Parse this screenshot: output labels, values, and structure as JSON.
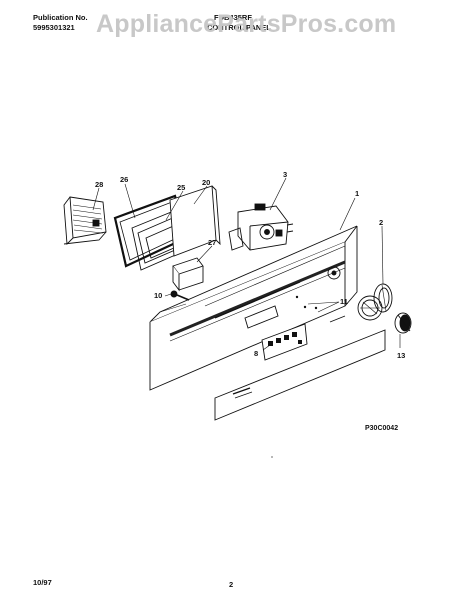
{
  "header": {
    "publication_label": "Publication No.",
    "publication_number": "5995301321",
    "model": "FDB435RF",
    "title": "CONTROL PANEL"
  },
  "watermark": "AppliancePartsPros.com",
  "callouts": {
    "p1": "1",
    "p2": "2",
    "p3": "3",
    "p8": "8",
    "p10": "10",
    "p11": "11",
    "p13": "13",
    "p20": "20",
    "p25": "25",
    "p26": "26",
    "p27": "27",
    "p28": "28"
  },
  "figure_code": "P30C0042",
  "footer": {
    "date": "10/97",
    "page": "2"
  }
}
